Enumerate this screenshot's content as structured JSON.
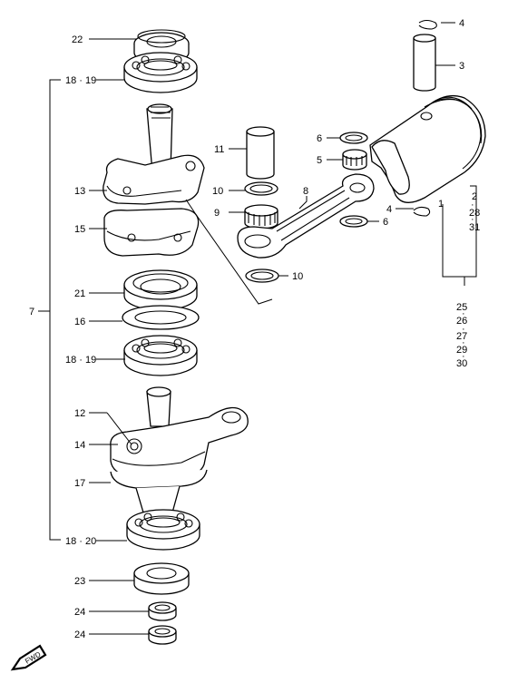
{
  "diagram": {
    "labels": {
      "l22": "22",
      "l18_19_top": "18 · 19",
      "l13": "13",
      "l15": "15",
      "l21": "21",
      "l16": "16",
      "l18_19_mid": "18 · 19",
      "l12": "12",
      "l14": "14",
      "l17": "17",
      "l18_20": "18 · 20",
      "l23": "23",
      "l24a": "24",
      "l24b": "24",
      "l7": "7",
      "l11": "11",
      "l10a": "10",
      "l9": "9",
      "l8": "8",
      "l10b": "10",
      "l6a": "6",
      "l5": "5",
      "l6b": "6",
      "l4a": "4",
      "l3": "3",
      "l4b": "4",
      "l1": "1",
      "l2": "2",
      "l28": "28",
      "l31": "31",
      "l25": "25",
      "l26": "26",
      "l27": "27",
      "l29": "29",
      "l30": "30",
      "fwd": "FWD"
    }
  }
}
